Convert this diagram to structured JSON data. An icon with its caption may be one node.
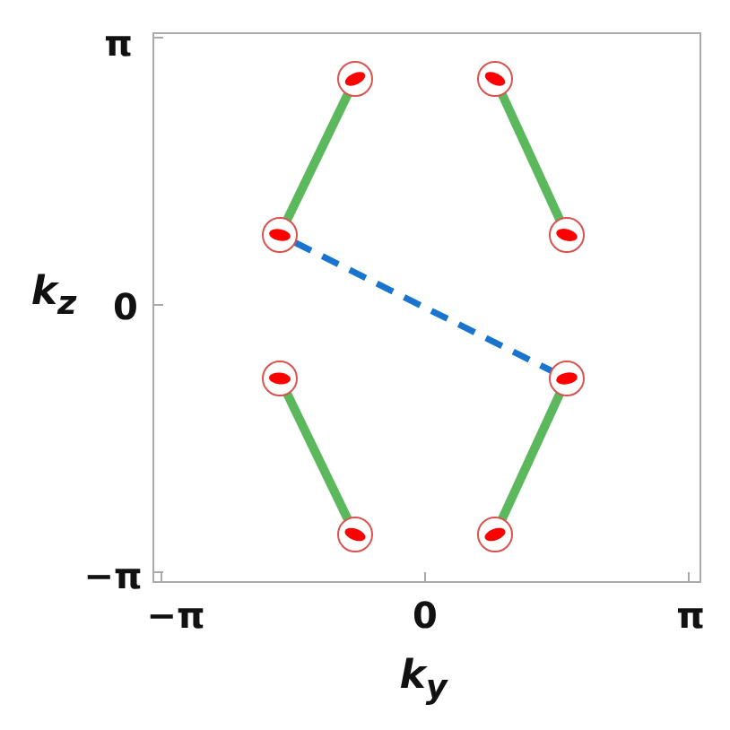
{
  "diagram": {
    "nodes": [
      {
        "text": [],
        "shape": "circle"
      },
      {
        "text": [],
        "shape": "circle"
      },
      {
        "text": [],
        "shape": "circle"
      },
      {
        "text": [],
        "shape": "circle"
      },
      {
        "text": [],
        "shape": "circle"
      },
      {
        "text": [],
        "shape": "circle"
      },
      {
        "text": [],
        "shape": "circle"
      },
      {
        "text": [],
        "shape": "circle"
      }
    ],
    "edges": [
      {
        "from": 0,
        "to": 2,
        "arrow": "none"
      },
      {
        "from": 1,
        "to": 3,
        "arrow": "none"
      },
      {
        "from": 2,
        "to": 5,
        "arrow": "none",
        "style": "dashed",
        "color": "#1874cd"
      },
      {
        "from": 4,
        "to": 6,
        "arrow": "none"
      },
      {
        "from": 5,
        "to": 7,
        "arrow": "none"
      }
    ],
    "labels": [
      "π",
      "0",
      "−π",
      "−π",
      "0",
      "π",
      "k$_{z}$",
      "k$_{y}$"
    ]
  }
}
